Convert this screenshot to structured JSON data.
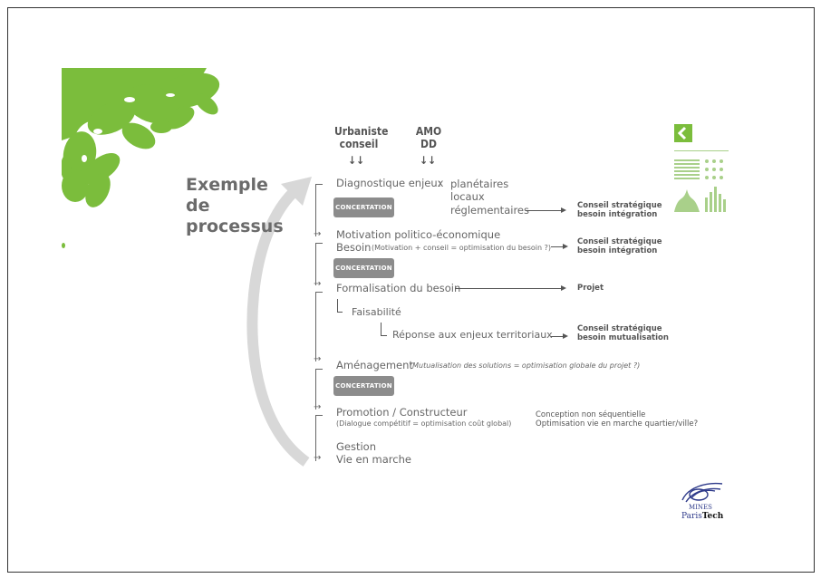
{
  "headers": {
    "urbaniste": "Urbaniste\nconseil",
    "amo": "AMO\nDD",
    "arrows": "↓↓"
  },
  "title": "Exemple\nde\nprocessus",
  "steps": {
    "diagnostique": "Diagnostique enjeux",
    "colon": ":",
    "planetaires": "planétaires",
    "locaux": "locaux",
    "reglementaires": "réglementaires",
    "motivation": "Motivation politico-économique",
    "besoin": "Besoin",
    "besoin_note": "(Motivation + conseil = optimisation du besoin ?)",
    "formalisation": "Formalisation du besoin",
    "faisabilite": "Faisabilité",
    "reponse": "Réponse aux enjeux territoriaux",
    "amenagement": "Aménagement",
    "amenagement_note": "(Mutualisation des solutions = optimisation globale du projet ?)",
    "promotion": "Promotion / Constructeur",
    "promotion_note": "(Dialogue compétitif = optimisation coût global)",
    "gestion": "Gestion",
    "vie": "Vie en marche"
  },
  "concertation": "CONCERTATION",
  "outcomes": {
    "o1": "Conseil stratégique\nbesoin intégration",
    "o2": "Conseil stratégique\nbesoin intégration",
    "o3": "Projet",
    "o4": "Conseil stratégique\nbesoin mutualisation"
  },
  "conception_note": "Conception non séquentielle\nOptimisation vie en marche quartier/ville?",
  "logo": {
    "line1": "MINES",
    "line2a": "Paris",
    "line2b": "Tech"
  },
  "colors": {
    "leaf": "#7bbd3c",
    "gray_arc": "#d8d8d8",
    "button": "#8c8c8c"
  }
}
